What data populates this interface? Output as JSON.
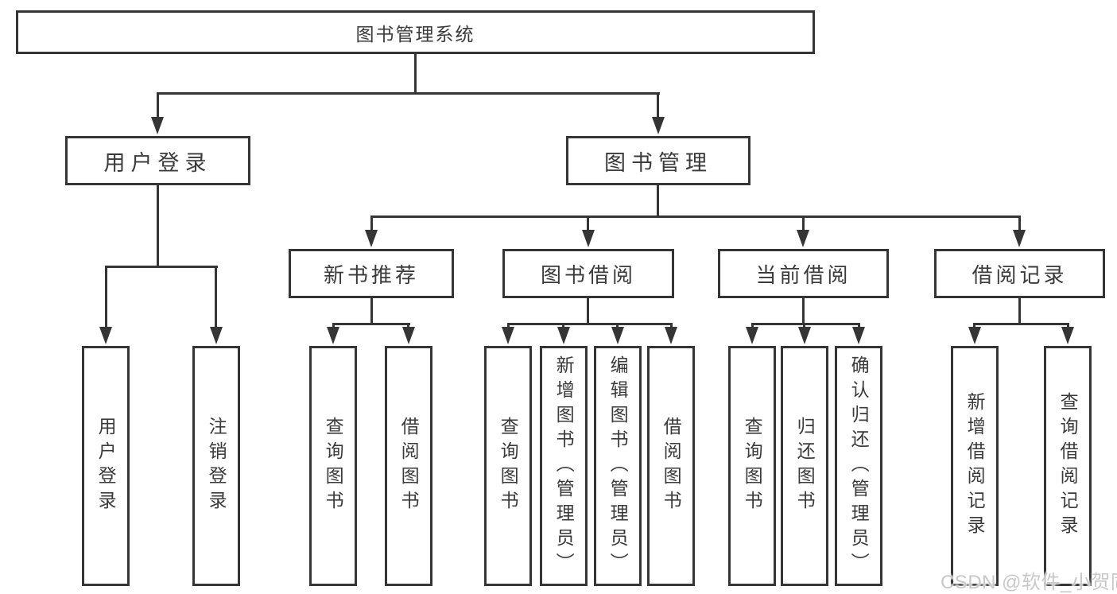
{
  "nodes": {
    "root": "图书管理系统",
    "user_login": "用户登录",
    "book_management": "图书管理",
    "new_book_recommend": "新书推荐",
    "book_borrowing": "图书借阅",
    "current_borrowing": "当前借阅",
    "borrowing_records": "借阅记录"
  },
  "leaves": {
    "user_login": [
      "用户登录",
      "注销登录"
    ],
    "new_book_recommend": [
      "查询图书",
      "借阅图书"
    ],
    "book_borrowing": [
      "查询图书",
      "新增图书（管理员）",
      "编辑图书（管理员）",
      "借阅图书"
    ],
    "current_borrowing": [
      "查询图书",
      "归还图书",
      "确认归还（管理员）"
    ],
    "borrowing_records": [
      "新增借阅记录",
      "查询借阅记录"
    ]
  },
  "watermark": "CSDN @软件_小贺同学",
  "colors": {
    "line": "#353535",
    "text": "#3a3a3a",
    "background": "#ffffff",
    "box_fill": "#ffffff",
    "watermark": "#c8c8c8"
  }
}
